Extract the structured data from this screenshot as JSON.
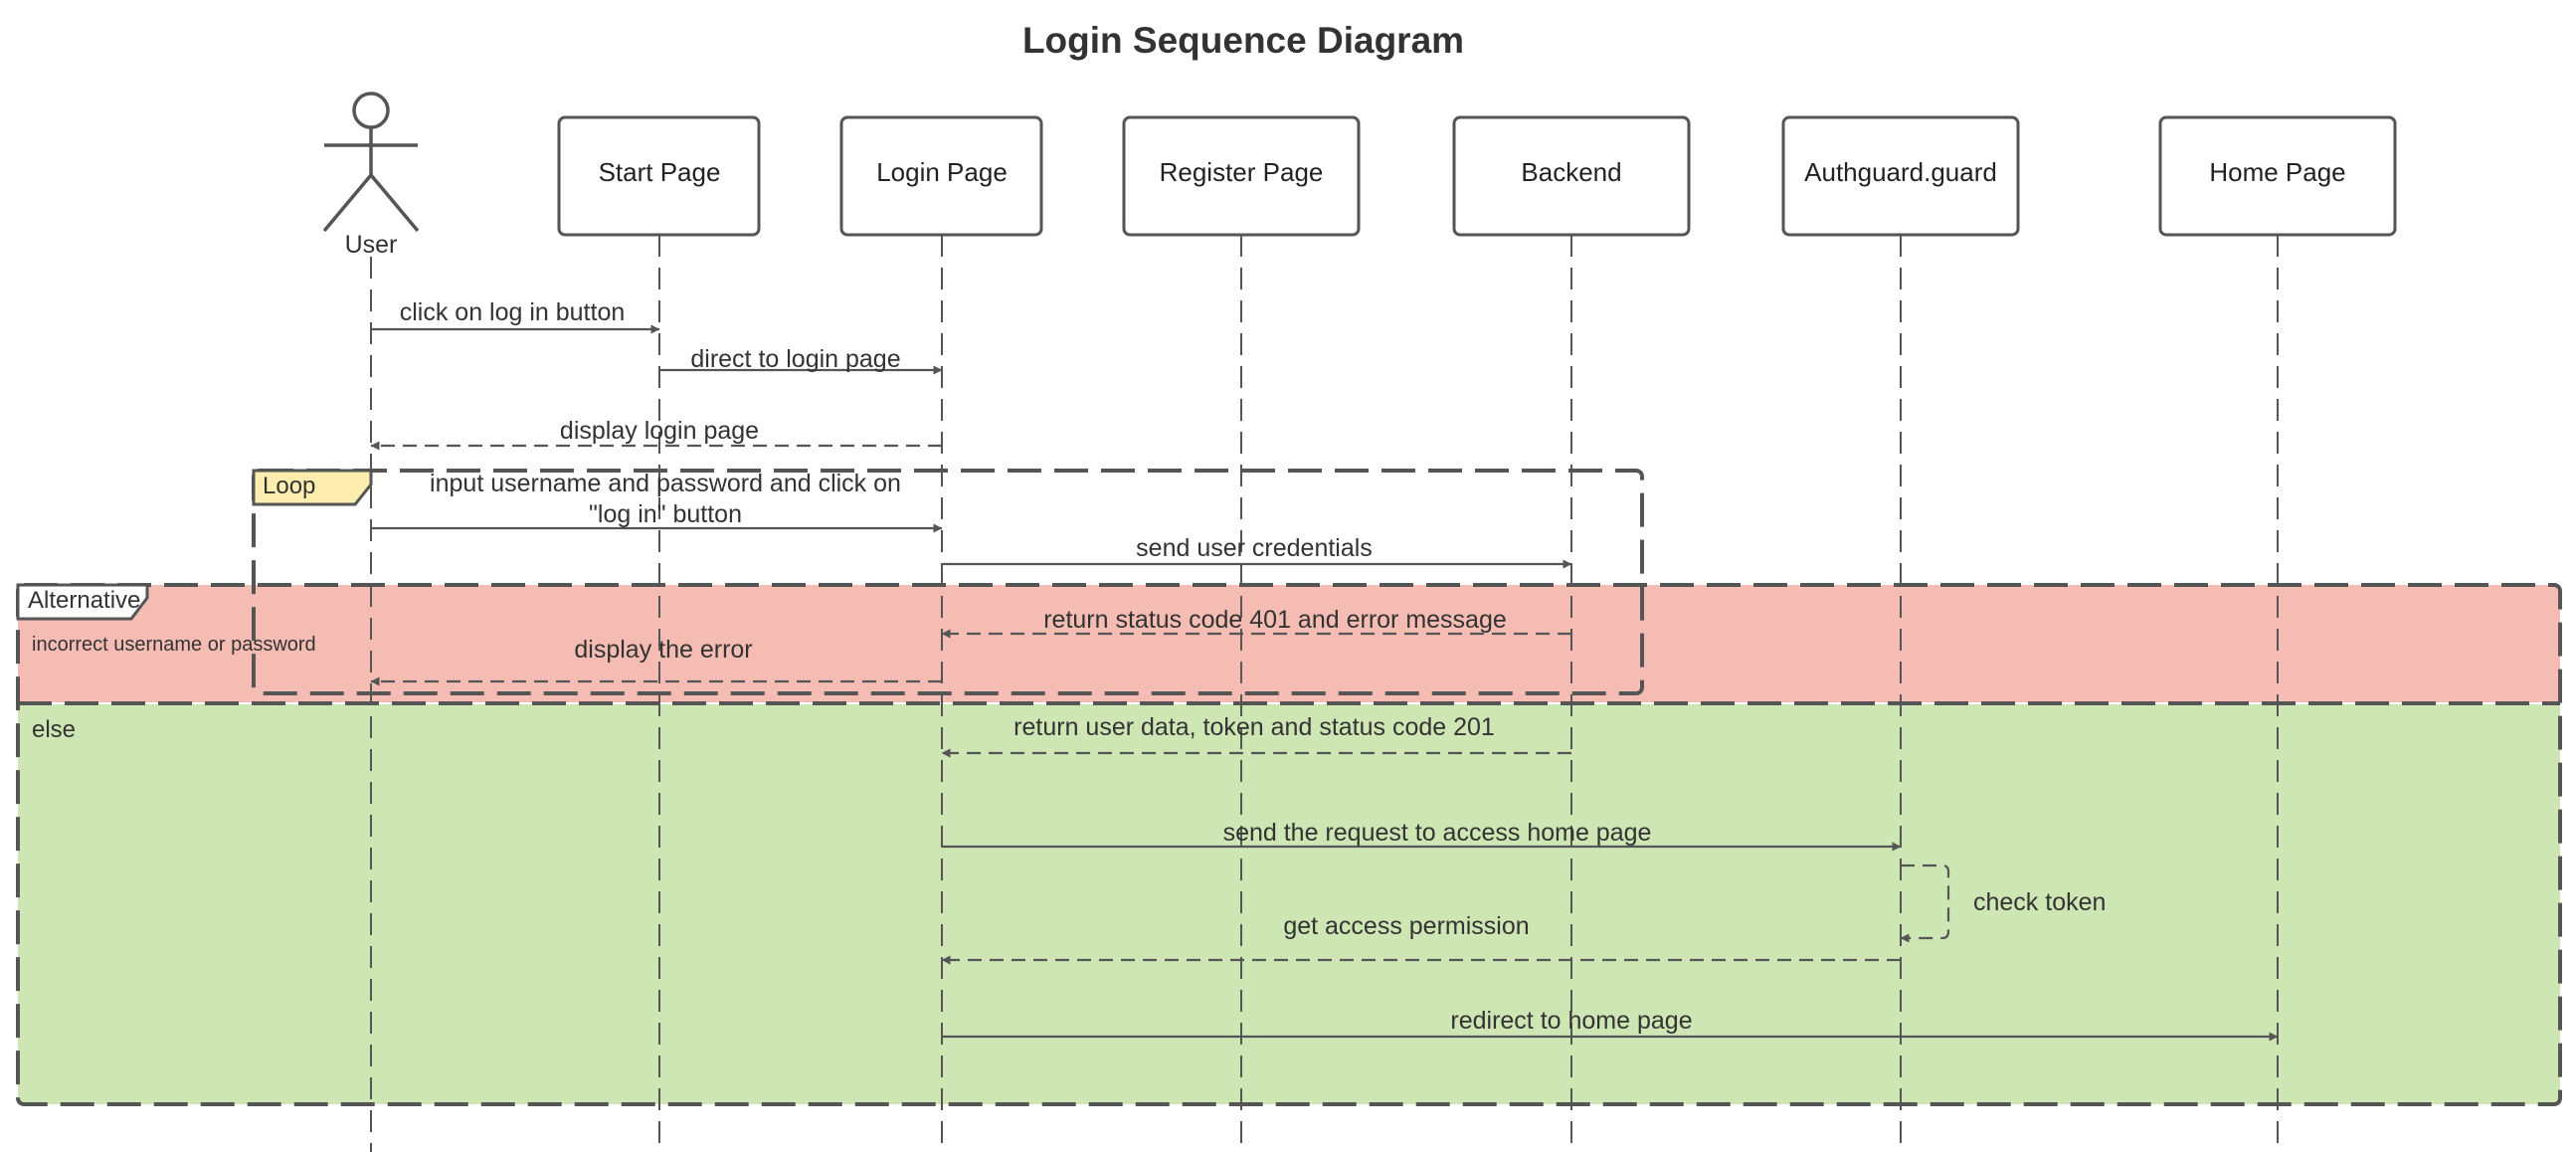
{
  "title": "Login Sequence Diagram",
  "participants": [
    {
      "id": "user",
      "label": "User",
      "kind": "actor"
    },
    {
      "id": "start",
      "label": "Start Page",
      "kind": "box"
    },
    {
      "id": "login",
      "label": "Login Page",
      "kind": "box"
    },
    {
      "id": "register",
      "label": "Register Page",
      "kind": "box"
    },
    {
      "id": "backend",
      "label": "Backend",
      "kind": "box"
    },
    {
      "id": "authguard",
      "label": "Authguard.guard",
      "kind": "box"
    },
    {
      "id": "home",
      "label": "Home Page",
      "kind": "box"
    }
  ],
  "fragments": {
    "loop": {
      "label": "Loop"
    },
    "alternative": {
      "label": "Alternative",
      "condition": "incorrect username or password",
      "else_label": "else"
    }
  },
  "messages": [
    {
      "from": "user",
      "to": "start",
      "style": "solid",
      "label": "click on log in button"
    },
    {
      "from": "start",
      "to": "login",
      "style": "solid",
      "label": "direct to login page"
    },
    {
      "from": "login",
      "to": "user",
      "style": "dashed",
      "label": "display login page"
    },
    {
      "from": "user",
      "to": "login",
      "style": "solid",
      "label_lines": [
        "input username and password and click on",
        "\"log in\" button"
      ]
    },
    {
      "from": "login",
      "to": "backend",
      "style": "solid",
      "label": "send user credentials"
    },
    {
      "from": "backend",
      "to": "login",
      "style": "dashed",
      "label": "return status code 401 and error message"
    },
    {
      "from": "login",
      "to": "user",
      "style": "dashed",
      "label": "display the error"
    },
    {
      "from": "backend",
      "to": "login",
      "style": "dashed",
      "label": "return user data, token and status code 201"
    },
    {
      "from": "login",
      "to": "authguard",
      "style": "solid",
      "label": "send the request to access home page"
    },
    {
      "from": "authguard",
      "to": "authguard",
      "style": "dashed",
      "label": "check token"
    },
    {
      "from": "authguard",
      "to": "login",
      "style": "dashed",
      "label": "get access permission"
    },
    {
      "from": "login",
      "to": "home",
      "style": "solid",
      "label": "redirect to home page"
    }
  ],
  "colors": {
    "alt_fill": "#f4bcb2",
    "else_fill": "#cde6b4",
    "loop_tab": "#fdeeb0",
    "stroke": "#555555",
    "text": "#333333"
  }
}
